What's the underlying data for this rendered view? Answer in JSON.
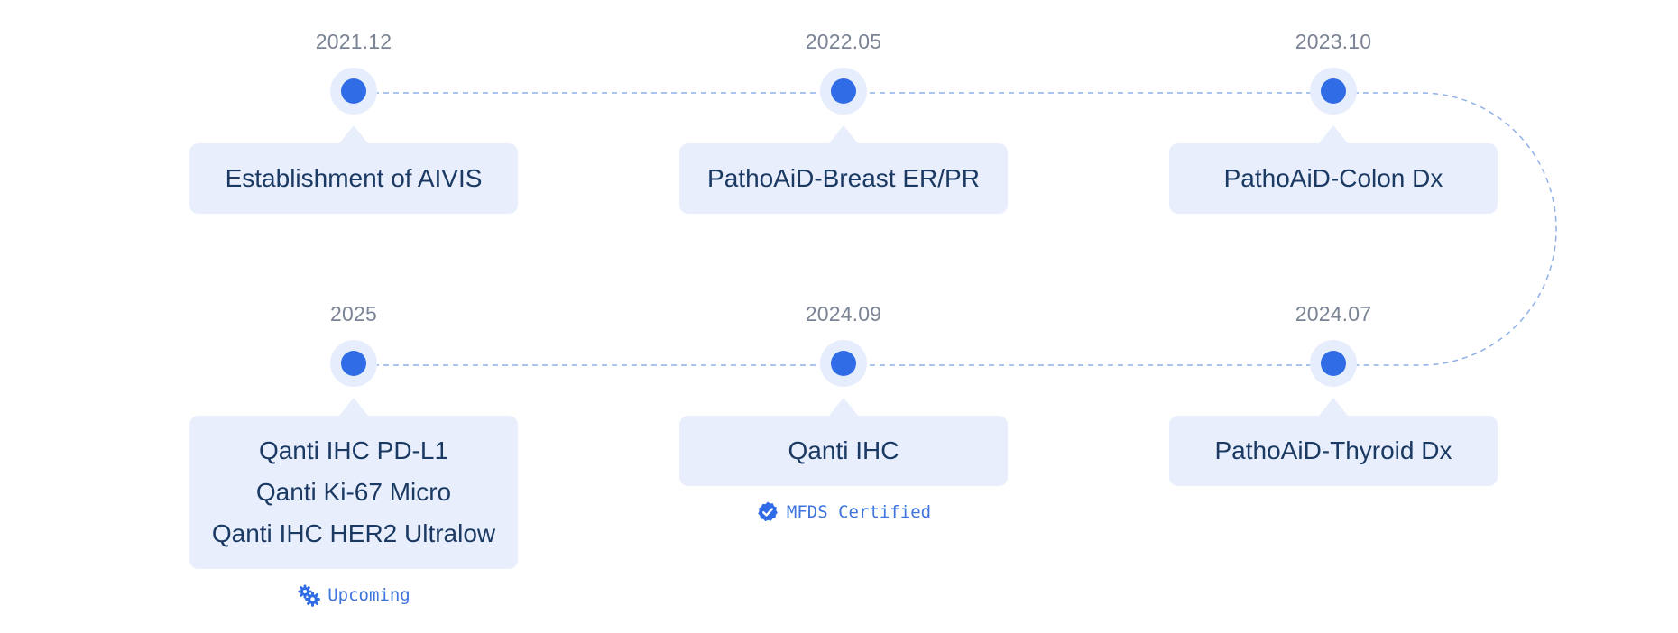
{
  "colors": {
    "accent": "#2f6ce6",
    "dot_halo": "#e6edfc",
    "card_bg": "#e8eefc",
    "card_text": "#1b3a63",
    "date_text": "#7b8494",
    "line": "#8fb0e8",
    "status_text": "#3d74de"
  },
  "milestones": [
    {
      "date": "2021.12",
      "items": [
        "Establishment of AIVIS"
      ]
    },
    {
      "date": "2022.05",
      "items": [
        "PathoAiD-Breast ER/PR"
      ]
    },
    {
      "date": "2023.10",
      "items": [
        "PathoAiD-Colon Dx"
      ]
    },
    {
      "date": "2024.07",
      "items": [
        "PathoAiD-Thyroid Dx"
      ]
    },
    {
      "date": "2024.09",
      "items": [
        "Qanti IHC"
      ],
      "status": {
        "label": "MFDS Certified",
        "icon": "verified-badge-icon"
      }
    },
    {
      "date": "2025",
      "items": [
        "Qanti IHC PD-L1",
        "Qanti Ki-67 Micro",
        "Qanti IHC HER2 Ultralow"
      ],
      "status": {
        "label": "Upcoming",
        "icon": "gears-icon"
      }
    }
  ]
}
